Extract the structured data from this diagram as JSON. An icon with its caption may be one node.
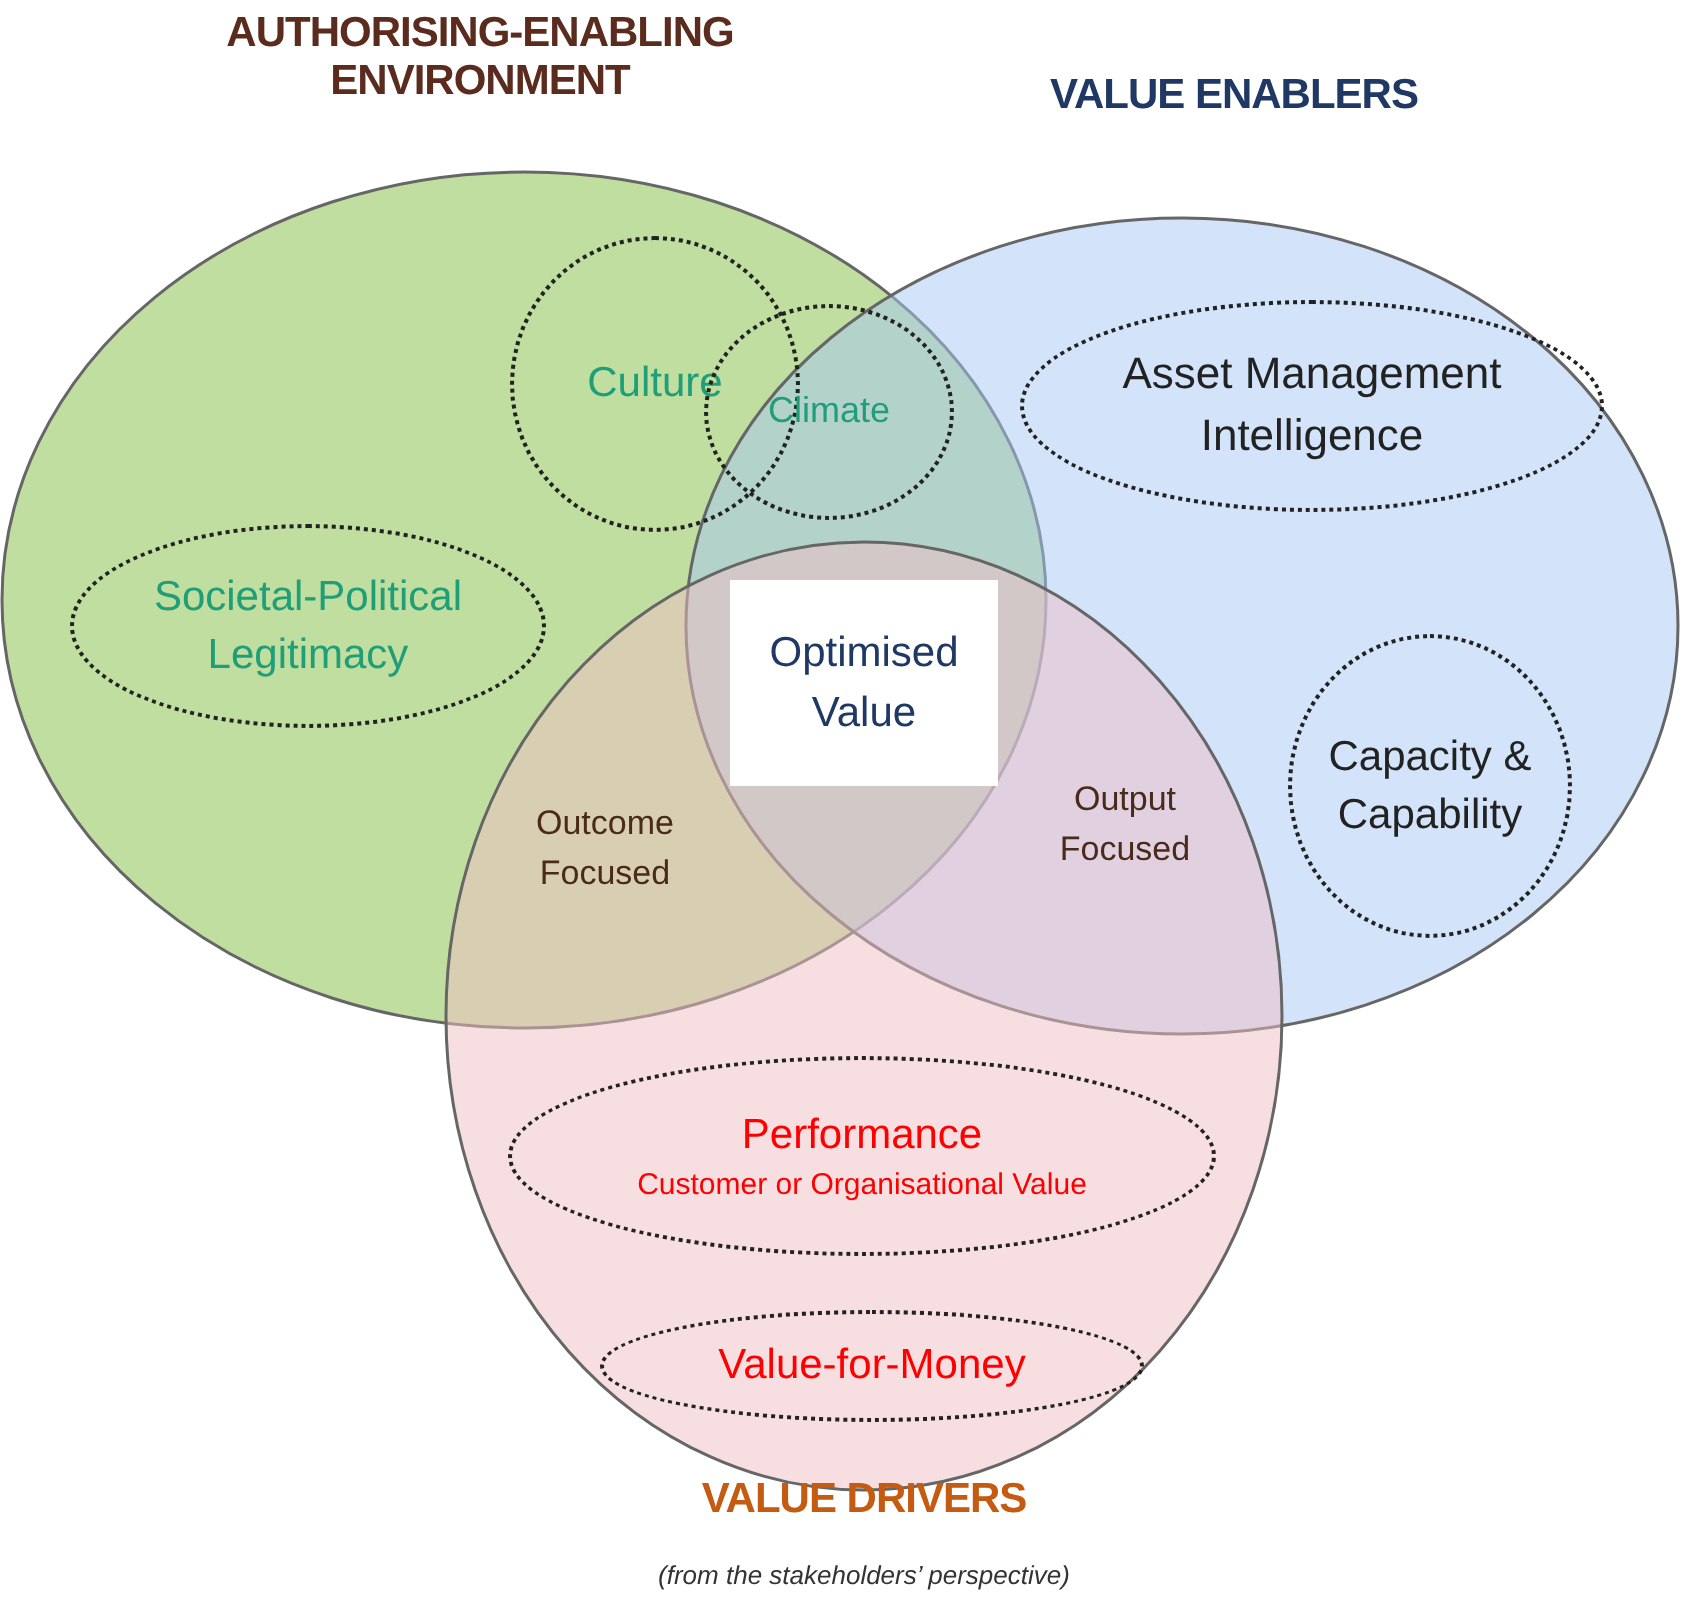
{
  "diagram": {
    "caption": "(from the stakeholders’ perspective)",
    "nodes": [
      {
        "text": [
          "AUTHORISING-ENABLING ENVIRONMENT"
        ]
      },
      {
        "text": [
          "Culture"
        ],
        "in": 0
      },
      {
        "text": [
          "Climate"
        ]
      },
      {
        "text": [
          "Societal-Political Legitimacy"
        ],
        "in": 0
      },
      {
        "text": [
          "VALUE ENABLERS"
        ]
      },
      {
        "text": [
          "Asset Management Intelligence"
        ],
        "in": 4
      },
      {
        "text": [
          "Capacity & Capability"
        ],
        "in": 4
      },
      {
        "text": [
          "VALUE DRIVERS"
        ]
      },
      {
        "text": [
          "Performance",
          "Customer or Organisational Value"
        ],
        "in": 7
      },
      {
        "text": [
          "Value-for-Money"
        ],
        "in": 7
      },
      {
        "text": [
          "Optimised Value"
        ]
      }
    ],
    "edges": [],
    "labels": [
      "Outcome Focused",
      "Output Focused"
    ]
  }
}
